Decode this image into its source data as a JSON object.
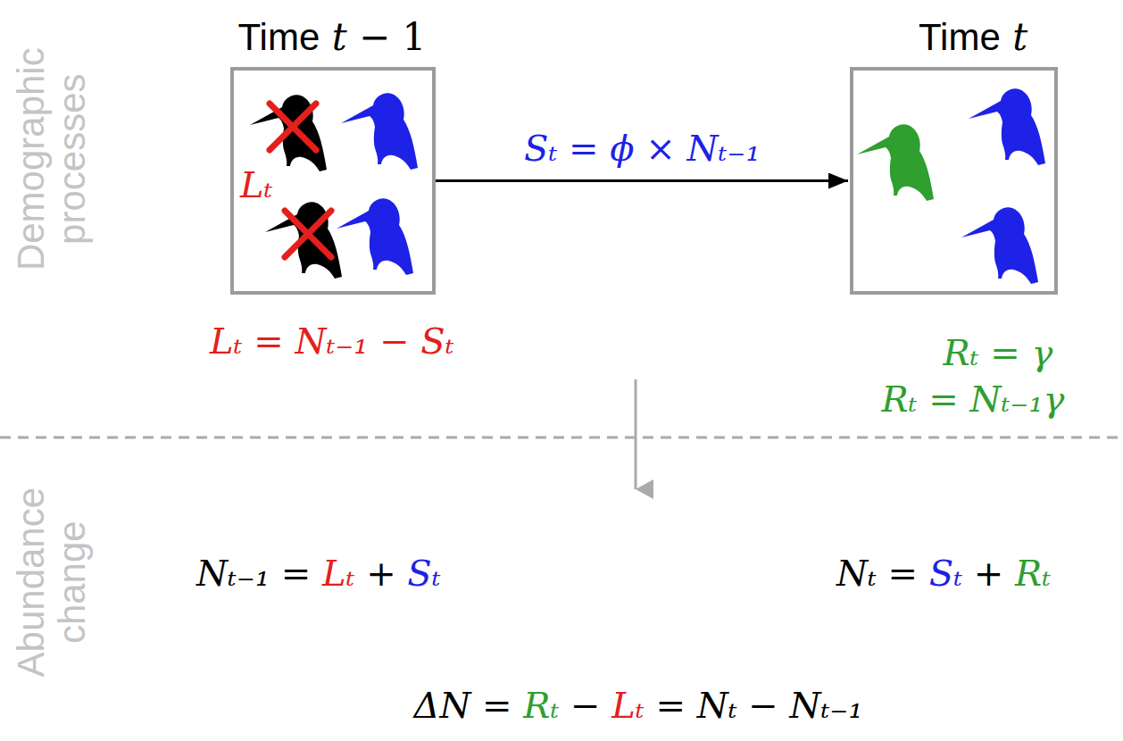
{
  "diagram": {
    "nodes": [
      {
        "text": [
          "Time t − 1",
          "Lₜ",
          "Lₜ = Nₜ₋₁ − Sₜ"
        ]
      },
      {
        "text": [
          "Time t",
          "Rₜ = γ",
          "Rₜ = Nₜ₋₁γ"
        ]
      }
    ],
    "edges": [
      {
        "from": 0,
        "to": 1,
        "arrow": "to",
        "label": "Sₜ = ϕ × Nₜ₋₁"
      }
    ],
    "labels": [
      "Demographic processes",
      "Abundance change",
      "Nₜ₋₁ = Lₜ + Sₜ",
      "Nₜ = Sₜ + Rₜ",
      "ΔN = Rₜ − Lₜ = Nₜ − Nₜ₋₁"
    ]
  }
}
